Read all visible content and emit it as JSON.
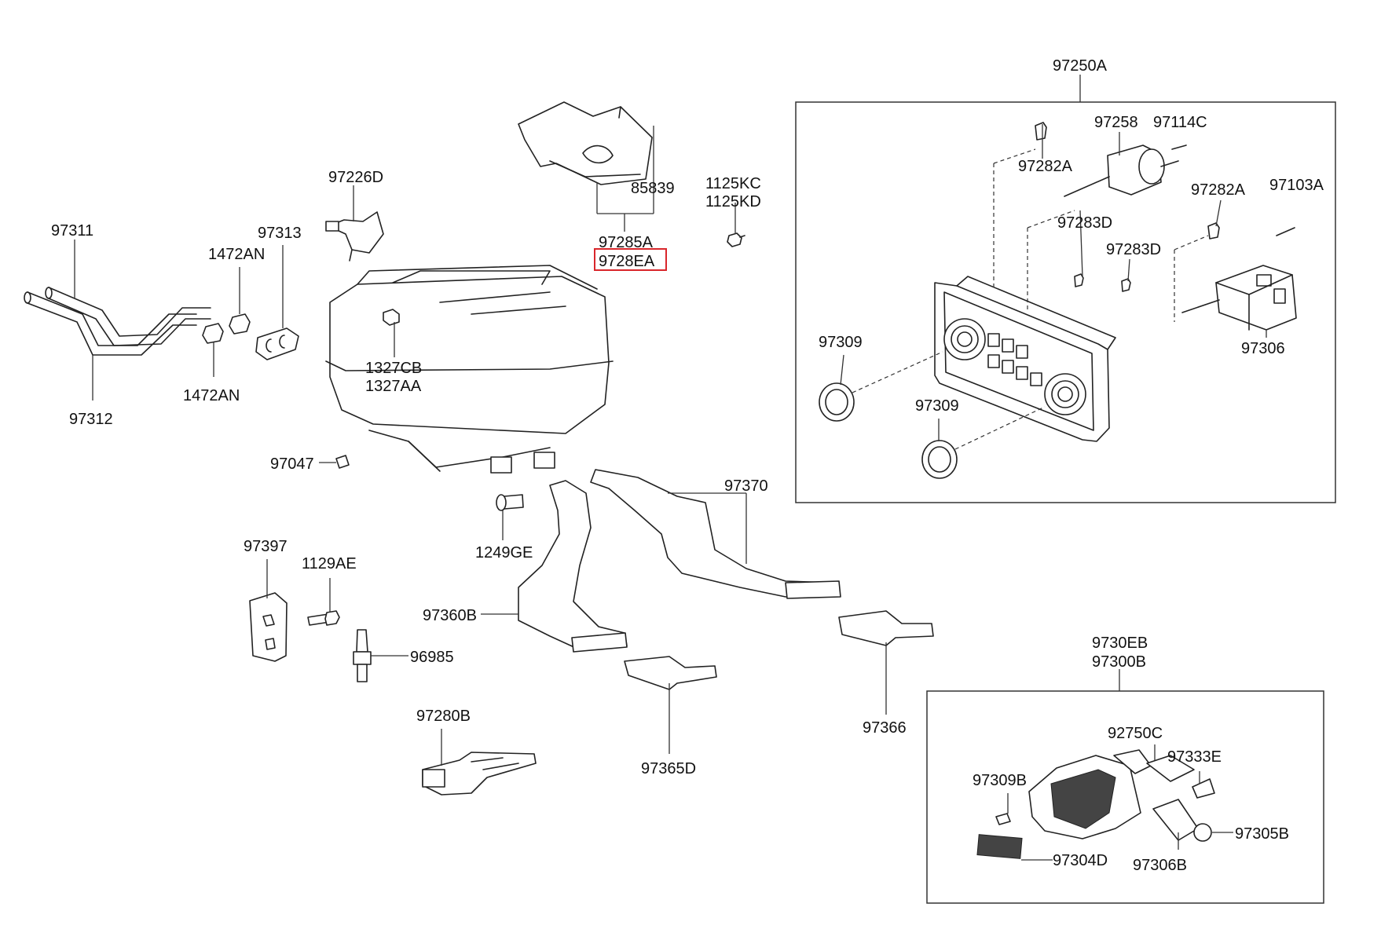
{
  "highlight_color": "#d9262b",
  "labels": {
    "p97250A": "97250A",
    "p97258": "97258",
    "p97114C": "97114C",
    "p97282A_1": "97282A",
    "p97282A_2": "97282A",
    "p97103A": "97103A",
    "p97283D_1": "97283D",
    "p97283D_2": "97283D",
    "p97309_1": "97309",
    "p97309_2": "97309",
    "p97306": "97306",
    "p97226D": "97226D",
    "p85839": "85839",
    "p1125KC": "1125KC",
    "p1125KD": "1125KD",
    "p97285A": "97285A",
    "p9728EA": "9728EA",
    "p97311": "97311",
    "p97313": "97313",
    "p1472AN_1": "1472AN",
    "p1472AN_2": "1472AN",
    "p97312": "97312",
    "p1327CB": "1327CB",
    "p1327AA": "1327AA",
    "p97047": "97047",
    "p97370": "97370",
    "p1249GE": "1249GE",
    "p97397": "97397",
    "p1129AE": "1129AE",
    "p97360B": "97360B",
    "p96985": "96985",
    "p97280B": "97280B",
    "p97365D": "97365D",
    "p97366": "97366",
    "p9730EB": "9730EB",
    "p97300B": "97300B",
    "p92750C": "92750C",
    "p97333E": "97333E",
    "p97309B": "97309B",
    "p97305B": "97305B",
    "p97304D": "97304D",
    "p97306B": "97306B"
  }
}
